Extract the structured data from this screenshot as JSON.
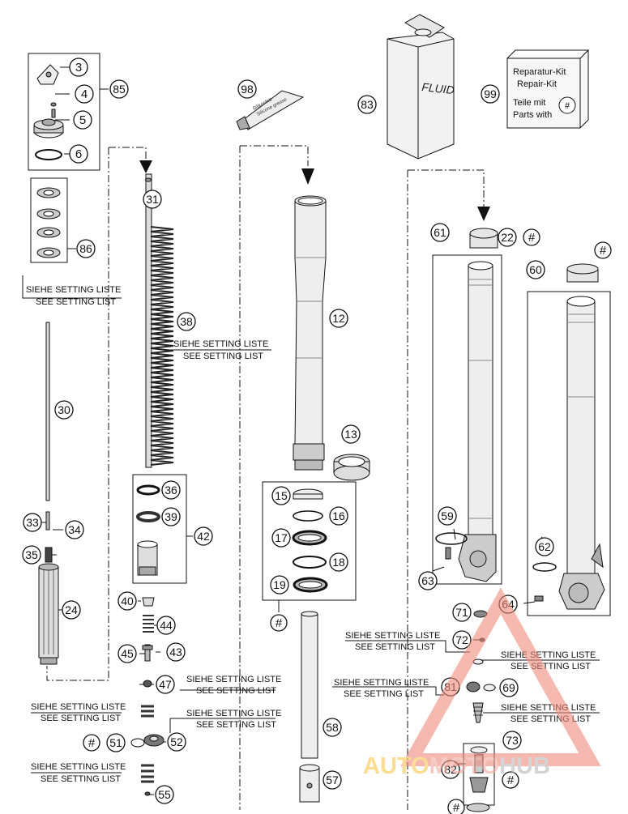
{
  "callouts": [
    "3",
    "4",
    "5",
    "6",
    "85",
    "86",
    "31",
    "38",
    "30",
    "33",
    "34",
    "35",
    "24",
    "36",
    "39",
    "42",
    "40",
    "44",
    "45",
    "43",
    "47",
    "51",
    "52",
    "55",
    "98",
    "12",
    "13",
    "15",
    "16",
    "17",
    "18",
    "19",
    "58",
    "57",
    "83",
    "99",
    "61",
    "22",
    "60",
    "59",
    "62",
    "63",
    "64",
    "71",
    "72",
    "81",
    "69",
    "73",
    "82",
    "#"
  ],
  "setting_de": "SIEHE SETTING LISTE",
  "setting_en": "SEE SETTING LIST",
  "fluid_label": "FLUID",
  "tube_label_1": "Silikonfett",
  "tube_label_2": "Silicone grease",
  "repair_kit": {
    "line1": "Reparatur-Kit",
    "line2": "Repair-Kit",
    "line3": "Teile mit",
    "line4": "Parts with",
    "symbol": "#"
  },
  "watermark": {
    "part1": "AUTO",
    "part2": "MOTO",
    "part3": "HUB",
    "color_main": "#f2a99f",
    "color_accent": "#f7c84a"
  },
  "colors": {
    "line": "#111111",
    "watermark_triangle": "#f08a7c"
  }
}
